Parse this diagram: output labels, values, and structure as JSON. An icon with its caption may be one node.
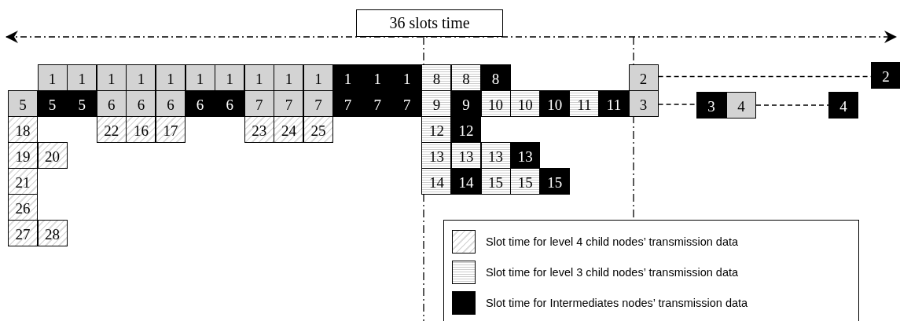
{
  "diagram": {
    "nodes": [
      {
        "text": [
          "1"
        ]
      },
      {
        "text": [
          "1"
        ]
      },
      {
        "text": [
          "1"
        ]
      },
      {
        "text": [
          "1"
        ]
      },
      {
        "text": [
          "1"
        ]
      },
      {
        "text": [
          "1"
        ]
      },
      {
        "text": [
          "1"
        ]
      },
      {
        "text": [
          "1"
        ]
      },
      {
        "text": [
          "1"
        ]
      },
      {
        "text": [
          "1"
        ]
      },
      {
        "text": [
          "1"
        ]
      },
      {
        "text": [
          "1"
        ]
      },
      {
        "text": [
          "1"
        ]
      },
      {
        "text": [
          "8"
        ]
      },
      {
        "text": [
          "8"
        ]
      },
      {
        "text": [
          "8"
        ]
      },
      {
        "text": [
          "2"
        ]
      },
      {
        "text": [
          "2"
        ]
      },
      {
        "text": [
          "5"
        ]
      },
      {
        "text": [
          "5"
        ]
      },
      {
        "text": [
          "5"
        ]
      },
      {
        "text": [
          "6"
        ]
      },
      {
        "text": [
          "6"
        ]
      },
      {
        "text": [
          "6"
        ]
      },
      {
        "text": [
          "6"
        ]
      },
      {
        "text": [
          "6"
        ]
      },
      {
        "text": [
          "7"
        ]
      },
      {
        "text": [
          "7"
        ]
      },
      {
        "text": [
          "7"
        ]
      },
      {
        "text": [
          "7"
        ]
      },
      {
        "text": [
          "7"
        ]
      },
      {
        "text": [
          "7"
        ]
      },
      {
        "text": [
          "9"
        ]
      },
      {
        "text": [
          "9"
        ]
      },
      {
        "text": [
          "10"
        ]
      },
      {
        "text": [
          "10"
        ]
      },
      {
        "text": [
          "10"
        ]
      },
      {
        "text": [
          "11"
        ]
      },
      {
        "text": [
          "11"
        ]
      },
      {
        "text": [
          "3"
        ]
      },
      {
        "text": [
          "3"
        ]
      },
      {
        "text": [
          "4"
        ]
      },
      {
        "text": [
          "4"
        ]
      },
      {
        "text": [
          "18"
        ]
      },
      {
        "text": [
          "22"
        ]
      },
      {
        "text": [
          "16"
        ]
      },
      {
        "text": [
          "17"
        ]
      },
      {
        "text": [
          "23"
        ]
      },
      {
        "text": [
          "24"
        ]
      },
      {
        "text": [
          "25"
        ]
      },
      {
        "text": [
          "12"
        ]
      },
      {
        "text": [
          "12"
        ]
      },
      {
        "text": [
          "19"
        ]
      },
      {
        "text": [
          "20"
        ]
      },
      {
        "text": [
          "13"
        ]
      },
      {
        "text": [
          "13"
        ]
      },
      {
        "text": [
          "13"
        ]
      },
      {
        "text": [
          "13"
        ]
      },
      {
        "text": [
          "21"
        ]
      },
      {
        "text": [
          "14"
        ]
      },
      {
        "text": [
          "14"
        ]
      },
      {
        "text": [
          "15"
        ]
      },
      {
        "text": [
          "15"
        ]
      },
      {
        "text": [
          "15"
        ]
      },
      {
        "text": [
          "26"
        ]
      },
      {
        "text": [
          "27"
        ]
      },
      {
        "text": [
          "28"
        ]
      }
    ],
    "edges": [
      {
        "from": 16,
        "to": 17,
        "arrow": "none",
        "style": "dashed"
      },
      {
        "from": 39,
        "to": 40,
        "arrow": "none",
        "style": "dashed"
      },
      {
        "from": 41,
        "to": 42,
        "arrow": "none",
        "style": "dashed"
      }
    ],
    "labels": [
      "36 slots time"
    ],
    "legend": [
      {
        "text": "Slot time for level 4 child nodes’ transmission data"
      },
      {
        "text": "Slot time for level 3 child nodes’ transmission data"
      },
      {
        "text": "Slot time for Intermediates nodes’ transmission data",
        "color": "#000000"
      }
    ]
  }
}
